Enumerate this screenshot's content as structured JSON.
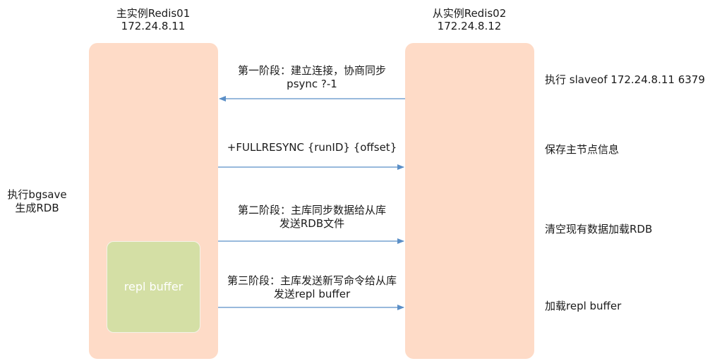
{
  "master": {
    "title": "主实例Redis01",
    "ip": "172.24.8.11",
    "side_note_line1": "执行bgsave",
    "side_note_line2": "生成RDB",
    "buffer_label": "repl buffer"
  },
  "slave": {
    "title": "从实例Redis02",
    "ip": "172.24.8.12"
  },
  "messages": [
    {
      "line1": "第一阶段：建立连接，协商同步",
      "line2": "psync ?-1",
      "direction": "slave-to-master"
    },
    {
      "line1": "+FULLRESYNC {runID} {offset}",
      "line2": "",
      "direction": "master-to-slave"
    },
    {
      "line1": "第二阶段：主库同步数据给从库",
      "line2": "发送RDB文件",
      "direction": "master-to-slave"
    },
    {
      "line1": "第三阶段：主库发送新写命令给从库",
      "line2": "发送repl buffer",
      "direction": "master-to-slave"
    }
  ],
  "slave_actions": [
    "执行 slaveof 172.24.8.11 6379",
    "保存主节点信息",
    "清空现有数据加载RDB",
    "加载repl buffer"
  ],
  "colors": {
    "lane": "#fedbc7",
    "buffer": "#d4dfa5",
    "arrow": "#5b8fc7"
  }
}
